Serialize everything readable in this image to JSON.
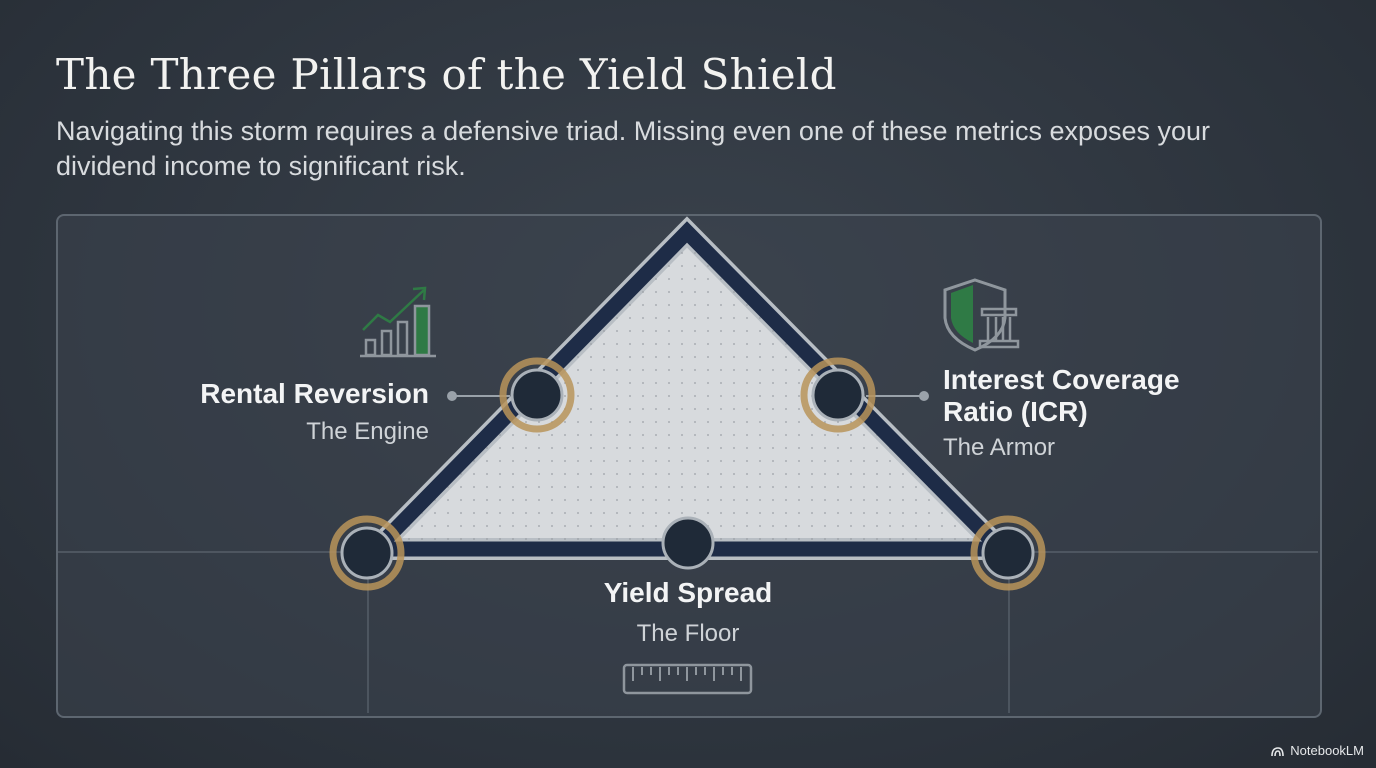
{
  "title": "The Three Pillars of the Yield Shield",
  "subtitle": "Navigating this storm requires a defensive triad. Missing even one of these metrics exposes your dividend income to significant risk.",
  "pillars": [
    {
      "name": "Rental Reversion",
      "role": "The Engine",
      "icon": "growth-chart-icon"
    },
    {
      "name_line1": "Interest Coverage",
      "name_line2": "Ratio (ICR)",
      "role": "The Armor",
      "icon": "shield-pillar-icon"
    },
    {
      "name": "Yield Spread",
      "role": "The Floor",
      "icon": "ruler-icon"
    }
  ],
  "brand": "NotebookLM",
  "colors": {
    "accent_gold": "#c9a25a",
    "navy": "#1d2b45",
    "green": "#2f7a45"
  }
}
